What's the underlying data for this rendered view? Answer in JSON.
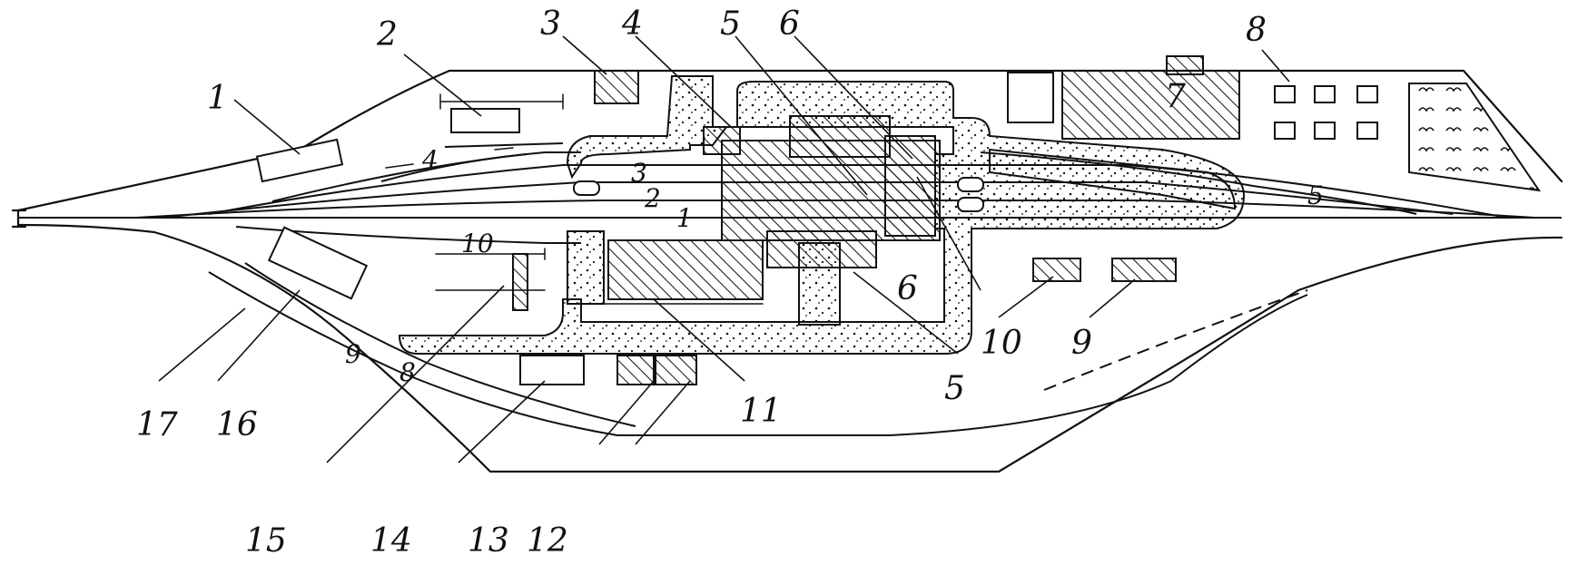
{
  "callouts": [
    "1",
    "2",
    "3",
    "4",
    "5",
    "6",
    "7",
    "8",
    "9",
    "10",
    "11",
    "12",
    "13",
    "14",
    "15",
    "16",
    "17"
  ],
  "track_numbers": [
    "1",
    "2",
    "3",
    "4",
    "5",
    "10",
    "8",
    "9"
  ],
  "repeat_labels": {
    "five_right": "5",
    "six_right": "6",
    "nine_right": "9",
    "ten_right": "10"
  }
}
